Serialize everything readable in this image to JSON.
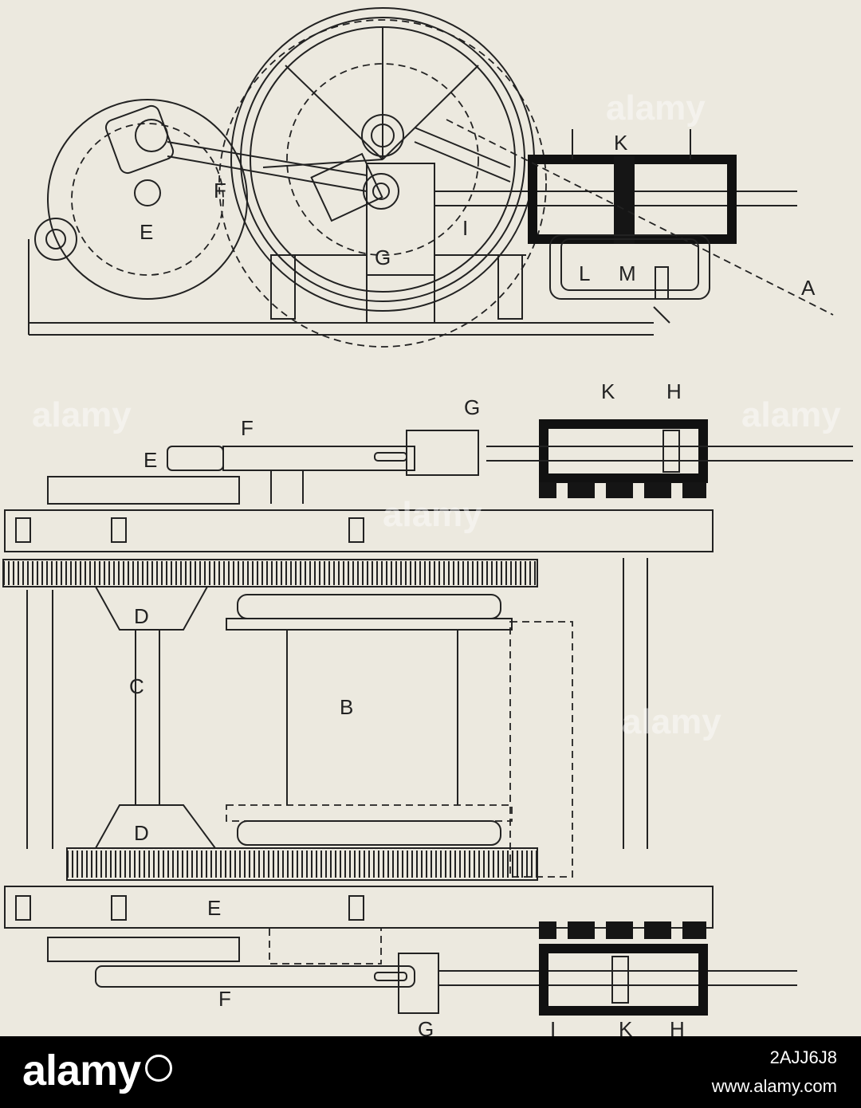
{
  "diagram": {
    "elevation_labels": [
      "K",
      "F",
      "E",
      "G",
      "I",
      "L",
      "M",
      "A"
    ],
    "plan_labels": {
      "top": [
        "K",
        "H",
        "G",
        "F",
        "E"
      ],
      "middle": [
        "D",
        "C",
        "B",
        "D"
      ],
      "bottom": [
        "E",
        "F",
        "G",
        "I",
        "K",
        "H"
      ]
    }
  },
  "watermark": {
    "text": "alamy",
    "color": "#ffffff"
  },
  "footer": {
    "brand": "alamy",
    "image_id": "2AJJ6J8",
    "site": "www.alamy.com",
    "background": "#000000",
    "text_color": "#ffffff"
  },
  "colors": {
    "paper": "#ece9df",
    "ink": "#222222"
  }
}
